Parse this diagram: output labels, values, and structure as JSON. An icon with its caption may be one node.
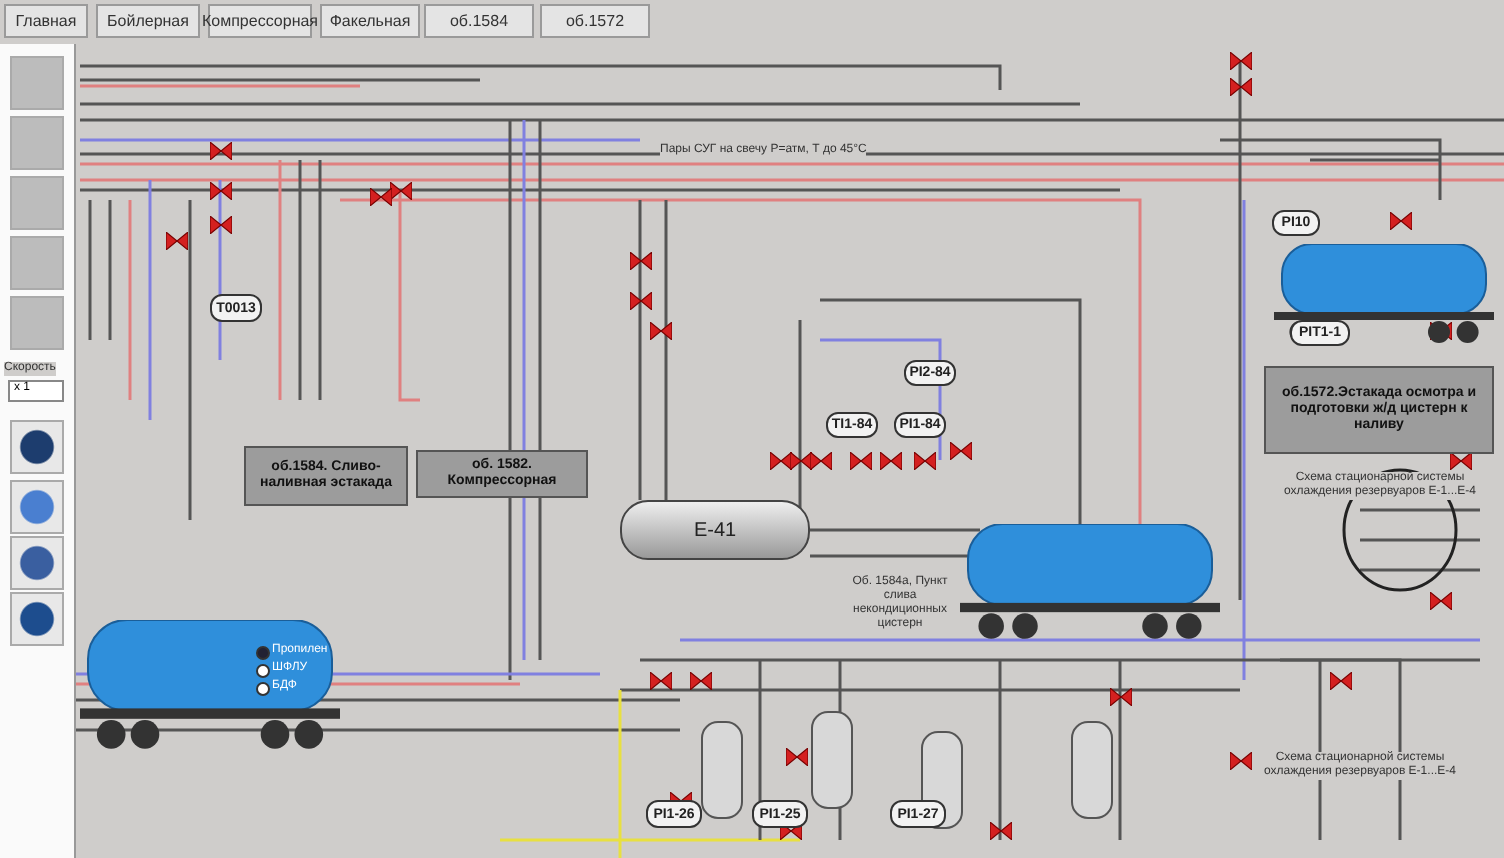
{
  "diagram": {
    "nodes": [
      {
        "text": [
          "Т0013"
        ]
      },
      {
        "text": [
          "PI10"
        ]
      },
      {
        "text": [
          "PIT1-1"
        ]
      },
      {
        "text": [
          "об.1572.Эстакада осмотра и подготовки ж/д цистерн к наливу"
        ]
      },
      {
        "text": [
          "PI2-84"
        ]
      },
      {
        "text": [
          "TI1-84"
        ]
      },
      {
        "text": [
          "PI1-84"
        ]
      },
      {
        "text": [
          "об.1584. Сливо-наливная эстакада"
        ]
      },
      {
        "text": [
          "об. 1582. Компрессорная"
        ]
      },
      {
        "text": [
          "Е-41"
        ]
      },
      {
        "text": [
          "PI1-26"
        ]
      },
      {
        "text": [
          "PI1-25"
        ]
      },
      {
        "text": [
          "PI1-27"
        ]
      }
    ],
    "labels": [
      "Главная",
      "Бойлерная",
      "Компрессорная",
      "Факельная",
      "об.1584",
      "об.1572",
      "Пары СУГ на свечу Р=атм, Т до 45°С",
      "Скорость",
      "x 1",
      "Схема стационарной системы охлаждения резервуаров Е-1...Е-4",
      "Пропилен",
      "ШФЛУ",
      "БДФ",
      "Об. 1584а, Пункт слива некондиционных цистерн",
      "Схема стационарной системы охлаждения резервуаров Е-1...Е-4"
    ]
  }
}
